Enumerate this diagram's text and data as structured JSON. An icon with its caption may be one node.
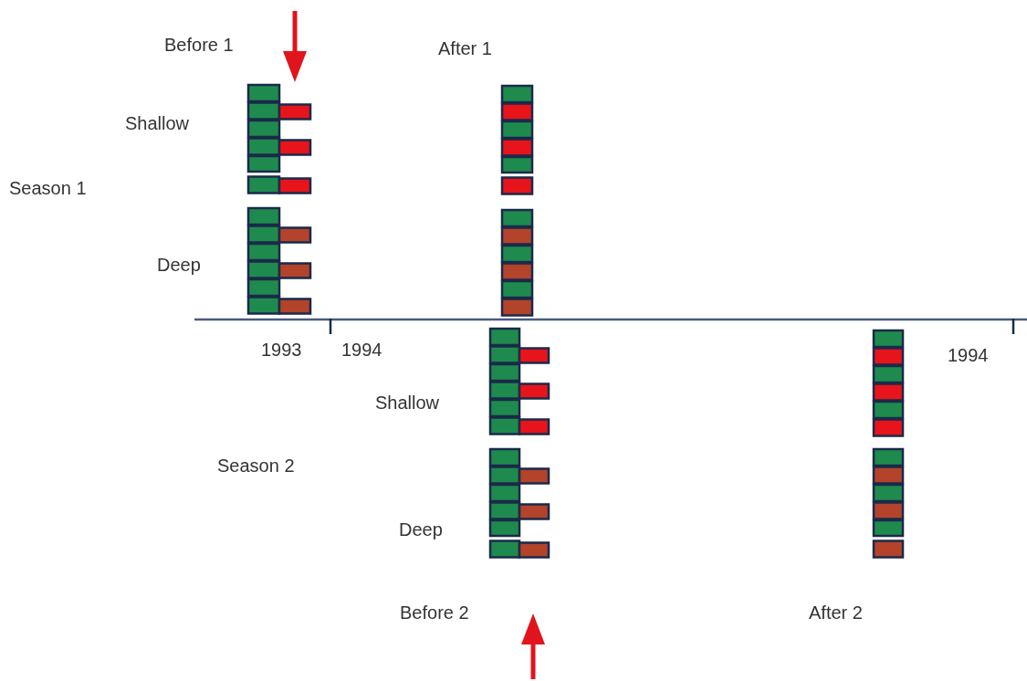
{
  "diagram": {
    "labels": [
      "Before 1",
      "After 1",
      "Shallow",
      "Season 1",
      "Deep",
      "1993",
      "1994",
      "1994",
      "Shallow",
      "Season 2",
      "Deep",
      "Before 2",
      "After 2"
    ]
  }
}
